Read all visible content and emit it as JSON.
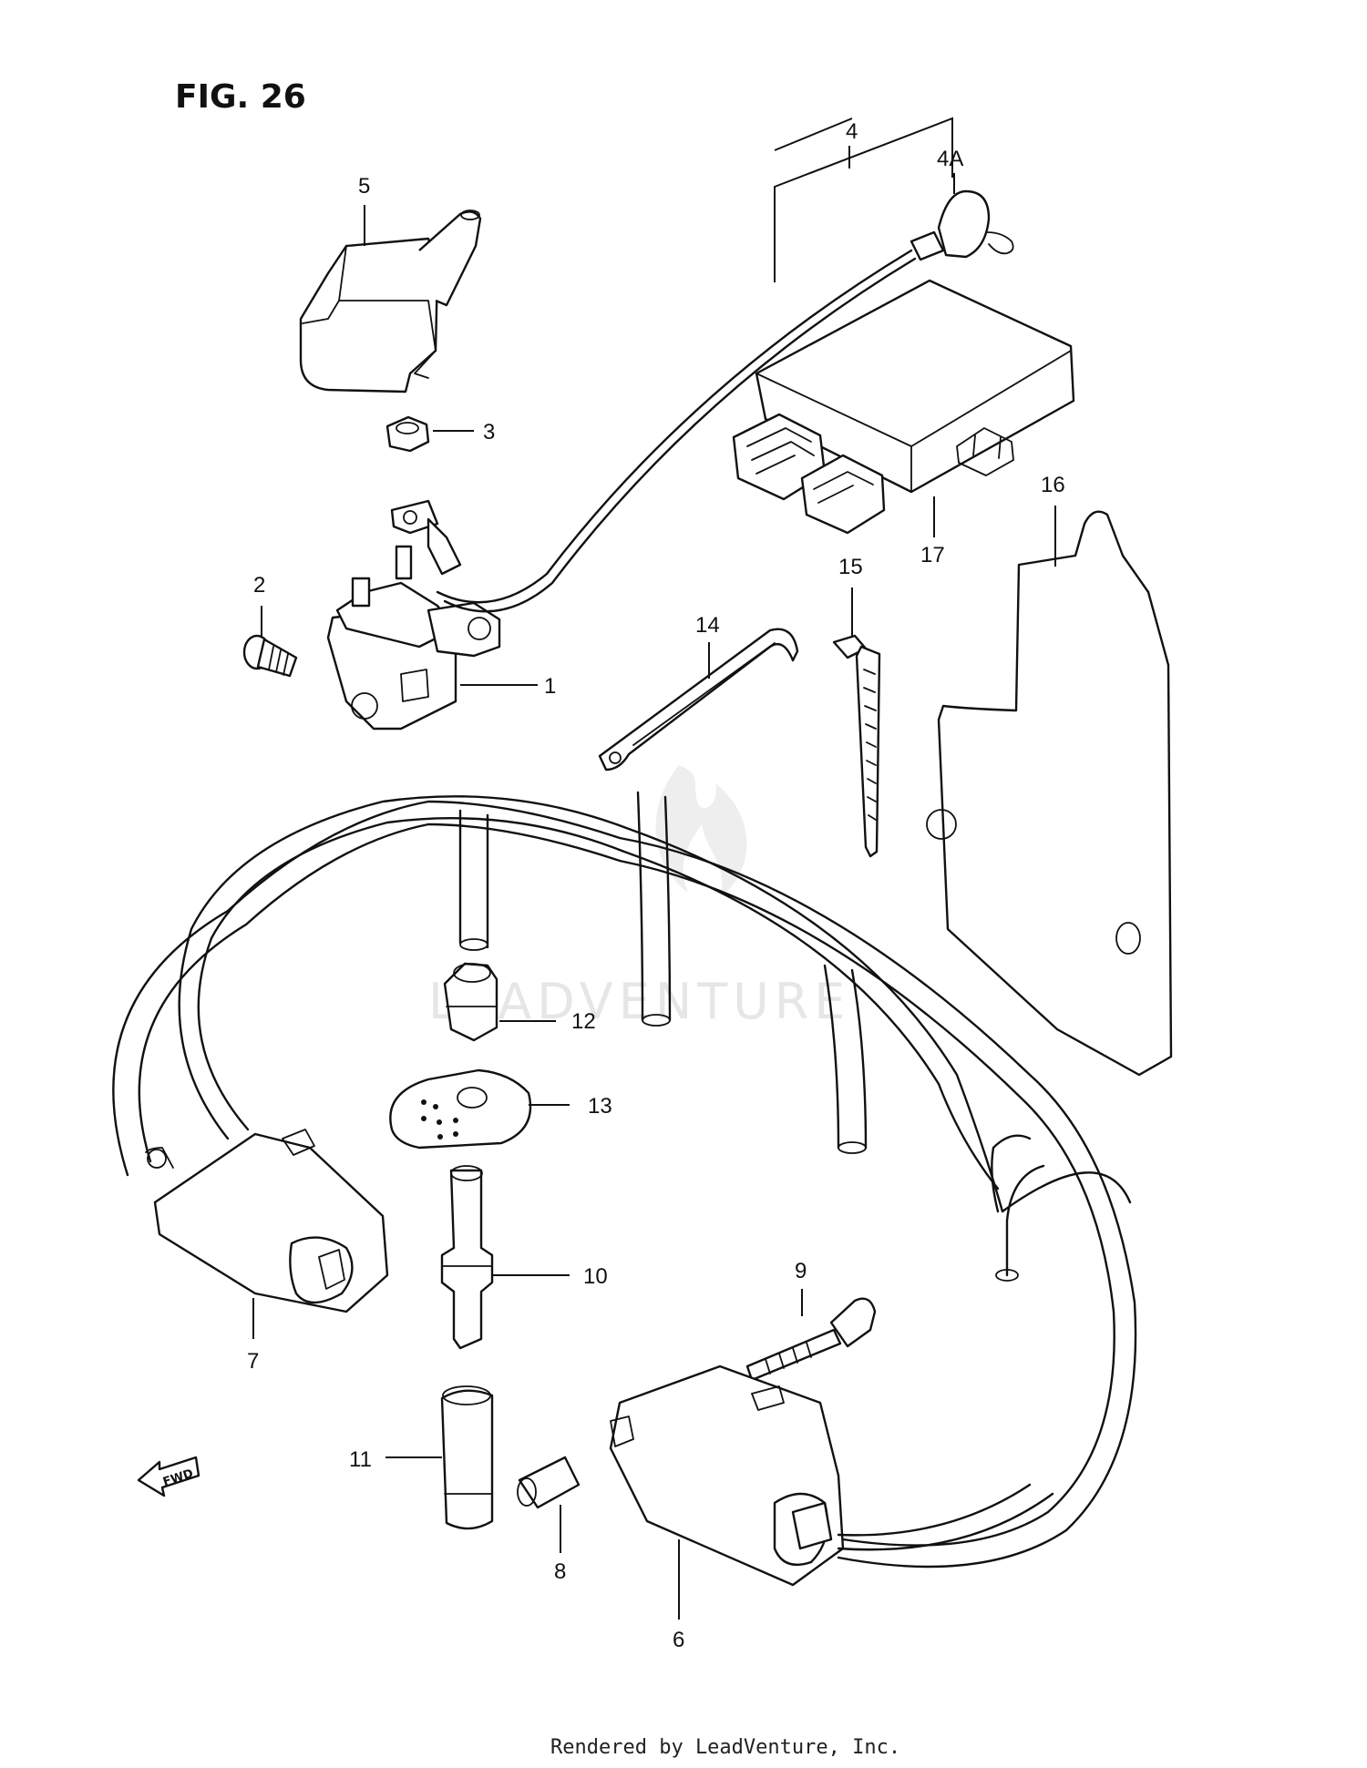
{
  "figure": {
    "title": "FIG. 26"
  },
  "watermark": "LEADVENTURE",
  "footer": "Rendered by LeadVenture, Inc.",
  "fwd_label": "FWD",
  "callouts": {
    "p1": "1",
    "p2": "2",
    "p3": "3",
    "p4": "4",
    "p4a": "4A",
    "p5": "5",
    "p6": "6",
    "p7": "7",
    "p8": "8",
    "p9": "9",
    "p10": "10",
    "p11": "11",
    "p12": "12",
    "p13": "13",
    "p14": "14",
    "p15": "15",
    "p16": "16",
    "p17": "17"
  }
}
